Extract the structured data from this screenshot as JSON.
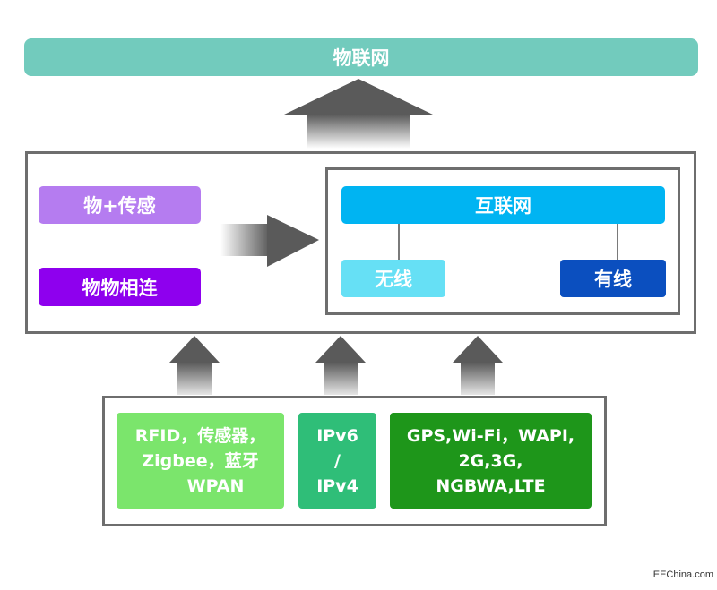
{
  "top": {
    "label": "物联网"
  },
  "middle": {
    "left": {
      "item1": "物+传感",
      "item2": "物物相连"
    },
    "right": {
      "internet": "互联网",
      "wireless": "无线",
      "wired": "有线"
    }
  },
  "bottom": {
    "tech1": [
      "RFID，传感器，",
      "Zigbee，蓝牙",
      "WPAN"
    ],
    "tech2": [
      "IPv6",
      "/",
      "IPv4"
    ],
    "tech3": [
      "GPS,Wi-Fi，WAPI,",
      "2G,3G,",
      "NGBWA,LTE"
    ]
  },
  "watermark": "EEChina.com",
  "colors": {
    "top_bar": "#72cbbd",
    "purple_light": "#b57cf0",
    "purple_dark": "#8e00ee",
    "blue_bar": "#00b4f2",
    "cyan_light": "#66e0f5",
    "blue_dark": "#0b4fbf",
    "green_light": "#7be56c",
    "green_mid": "#2fbe78",
    "green_dark": "#1e961a",
    "arrow": "#5a5a5a"
  }
}
